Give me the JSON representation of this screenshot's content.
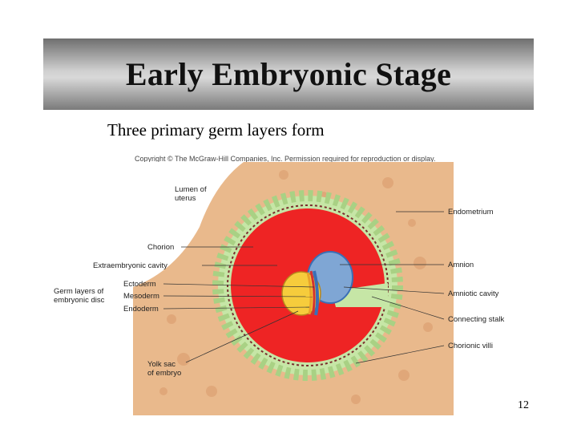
{
  "slide": {
    "title": "Early Embryonic Stage",
    "subtitle": "Three primary germ layers form",
    "copyright": "Copyright © The McGraw-Hill Companies, Inc. Permission required for reproduction or display.",
    "page_number": "12"
  },
  "diagram": {
    "left_labels": {
      "lumen_line1": "Lumen of",
      "lumen_line2": "uterus",
      "chorion": "Chorion",
      "extraembryonic_cavity": "Extraembryonic cavity",
      "germ_layers_line1": "Germ layers of",
      "germ_layers_line2": "embryonic disc",
      "ectoderm": "Ectoderm",
      "mesoderm": "Mesoderm",
      "endoderm": "Endoderm",
      "yolk_sac_line1": "Yolk sac",
      "yolk_sac_line2": "of embryo"
    },
    "right_labels": {
      "endometrium": "Endometrium",
      "amnion": "Amnion",
      "amniotic_cavity": "Amniotic cavity",
      "connecting_stalk": "Connecting stalk",
      "chorionic_villi": "Chorionic villi"
    },
    "colors": {
      "endometrium": "#e9b98c",
      "lumen": "#ffffff",
      "chorion_villi": "#c6e6a6",
      "extraembryonic_cavity": "#ee2424",
      "amniotic_cavity": "#7fa6d4",
      "ectoderm": "#3a6fb6",
      "mesoderm": "#d23232",
      "yolk_sac": "#f6cc3c"
    }
  }
}
